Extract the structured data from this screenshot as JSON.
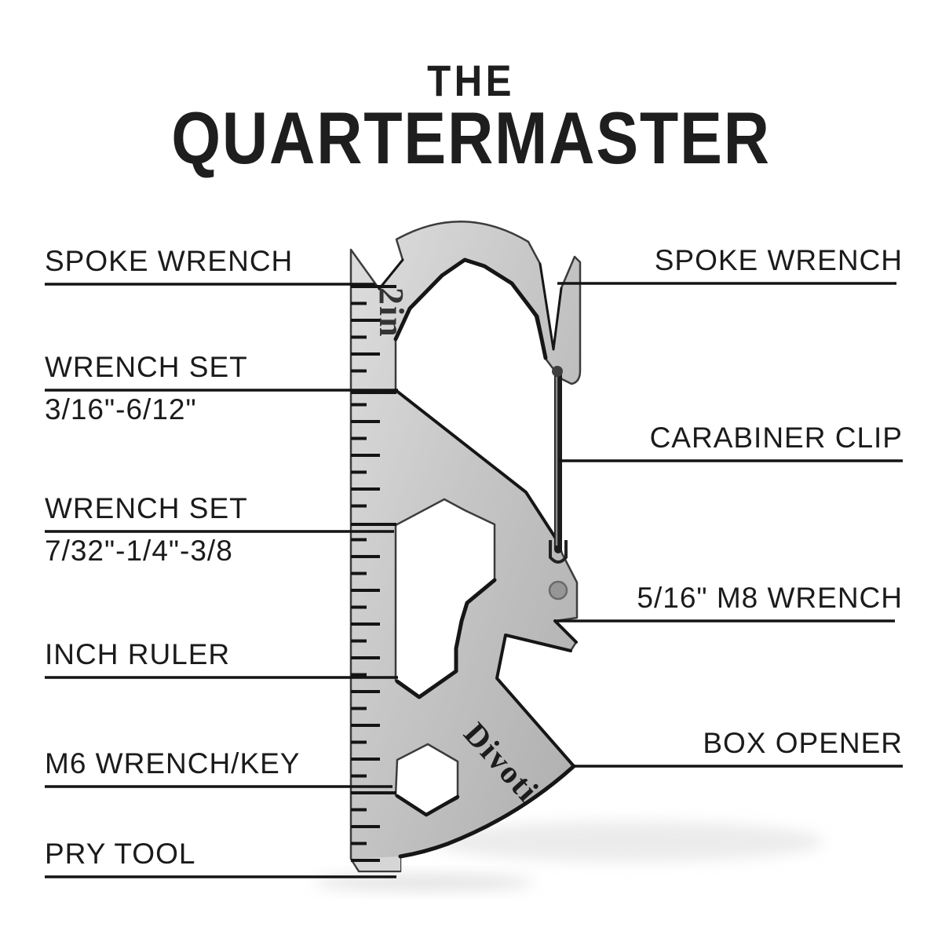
{
  "title": {
    "line1": "THE",
    "line2": "QUARTERMASTER"
  },
  "labels": {
    "left": [
      {
        "name": "SPOKE WRENCH",
        "sub": ""
      },
      {
        "name": "WRENCH SET",
        "sub": "3/16\"-6/12\""
      },
      {
        "name": "WRENCH SET",
        "sub": "7/32\"-1/4\"-3/8"
      },
      {
        "name": "INCH RULER",
        "sub": ""
      },
      {
        "name": "M6 WRENCH/KEY",
        "sub": ""
      },
      {
        "name": "PRY TOOL",
        "sub": ""
      }
    ],
    "right": [
      {
        "name": "SPOKE WRENCH"
      },
      {
        "name": "CARABINER CLIP"
      },
      {
        "name": "5/16\" M8 WRENCH"
      },
      {
        "name": "BOX OPENER"
      }
    ]
  },
  "tool": {
    "brand_engraving": "Divoti",
    "ruler_mark": "2in"
  },
  "colors": {
    "text": "#1b1b1b",
    "leader_line": "#141414",
    "metal_light": "#dcdcdc",
    "metal_mid": "#c6c6c6",
    "metal_dark": "#b0b0b0",
    "edge_shadow": "#161616"
  }
}
